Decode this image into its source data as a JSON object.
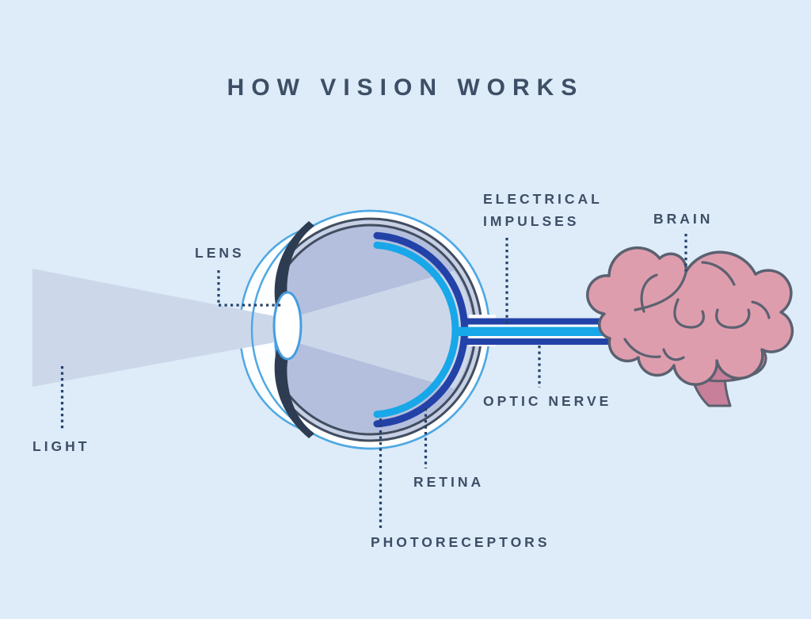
{
  "title": "HOW VISION WORKS",
  "labels": {
    "light": "LIGHT",
    "lens": "LENS",
    "electrical_line1": "ELECTRICAL",
    "electrical_line2": "IMPULSES",
    "brain": "BRAIN",
    "optic_nerve": "OPTIC NERVE",
    "retina": "RETINA",
    "photoreceptors": "PHOTORECEPTORS"
  },
  "colors": {
    "background": "#ddecf8",
    "label_text": "#3d4e66",
    "leader_dots": "#24416b",
    "eyeball_fill": "#b3bfdd",
    "ring_gap_fill": "#c7d0e5",
    "sclera_ring_stroke": "#414d60",
    "outer_blue_ring": "#4fa8e3",
    "white_ring": "#ffffff",
    "anterior_chamber": "#fcfeff",
    "light_beam": "#cdd7ea",
    "retina_dark_blue": "#2342a8",
    "photoreceptor_cyan": "#18a7e8",
    "nerve_gap_white": "#ffffff",
    "iris_navy": "#2e3c52",
    "lens_fill": "#ffffff",
    "lens_stroke": "#459ddf",
    "brain_pink": "#de9dad",
    "brain_dark_pink": "#c87f99",
    "brain_outline": "#5b6170"
  }
}
